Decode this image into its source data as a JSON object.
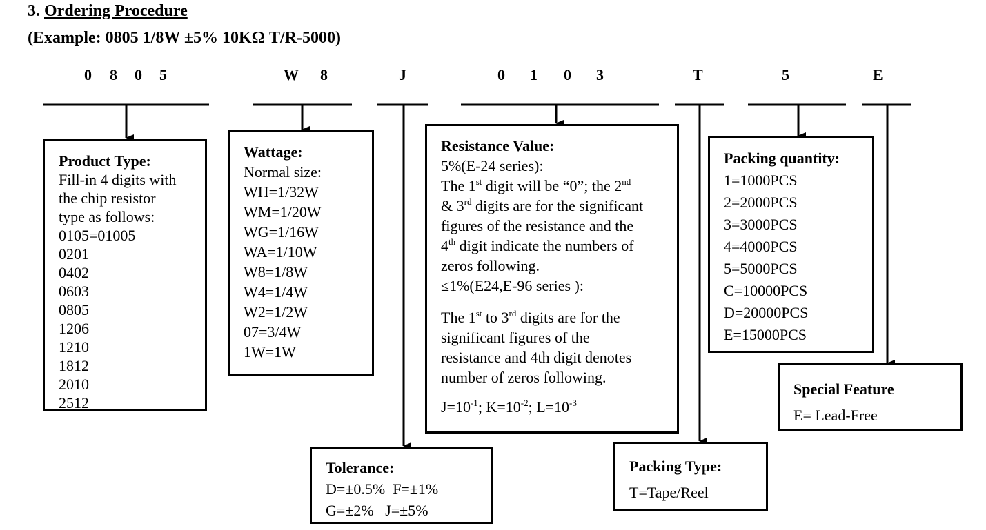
{
  "section": {
    "number": "3.",
    "title": "Ordering Procedure"
  },
  "example": "(Example: 0805 1/8W ±5% 10KΩ T/R-5000)",
  "code_chars": [
    "0",
    "8",
    "0",
    "5",
    "W",
    "8",
    "J",
    "0",
    "1",
    "0",
    "3",
    "T",
    "5",
    "E"
  ],
  "product_type": {
    "title": "Product Type:",
    "lines": [
      "Fill-in 4 digits with",
      "the chip resistor",
      "type as follows:",
      "0105=01005",
      "0201",
      "0402",
      "0603",
      "0805",
      "1206",
      "1210",
      "1812",
      "2010",
      "2512"
    ]
  },
  "wattage": {
    "title": "Wattage:",
    "lines": [
      "Normal size:",
      "WH=1/32W",
      "WM=1/20W",
      "WG=1/16W",
      "WA=1/10W",
      "W8=1/8W",
      "W4=1/4W",
      "W2=1/2W",
      "07=3/4W",
      "1W=1W"
    ]
  },
  "tolerance": {
    "title": "Tolerance:",
    "lines": [
      "D=±0.5%  F=±1%",
      "G=±2%   J=±5%"
    ]
  },
  "resistance": {
    "title": "Resistance Value:",
    "series1": "5%(E-24 series):",
    "l1_a": "The 1",
    "l1_sup1": "st",
    "l1_b": " digit will be “0”; the 2",
    "l1_sup2": "nd",
    "l2_a": "& 3",
    "l2_sup": "rd",
    "l2_b": " digits are for the significant",
    "l3": "figures of the resistance and the",
    "l4_a": "4",
    "l4_sup": "th",
    "l4_b": " digit indicate the numbers of",
    "l5": "zeros following.",
    "series2": "≤1%(E24,E-96 series ):",
    "l6_a": "The 1",
    "l6_sup1": "st",
    "l6_b": " to 3",
    "l6_sup2": "rd",
    "l6_c": " digits are for the",
    "l7": "significant figures of the",
    "l8": "resistance and 4th digit denotes",
    "l9": "number of zeros following.",
    "mult_a": "J=10",
    "mult_sa": "-1",
    "mult_b": "; K=10",
    "mult_sb": "-2",
    "mult_c": "; L=10",
    "mult_sc": "-3"
  },
  "packing_type": {
    "title": "Packing Type:",
    "lines": [
      "T=Tape/Reel"
    ]
  },
  "packing_quantity": {
    "title": "Packing quantity:",
    "lines": [
      "1=1000PCS",
      "2=2000PCS",
      "3=3000PCS",
      "4=4000PCS",
      "5=5000PCS",
      "C=10000PCS",
      "D=20000PCS",
      "E=15000PCS"
    ]
  },
  "special_feature": {
    "title": "Special Feature",
    "lines": [
      "E= Lead-Free"
    ]
  }
}
